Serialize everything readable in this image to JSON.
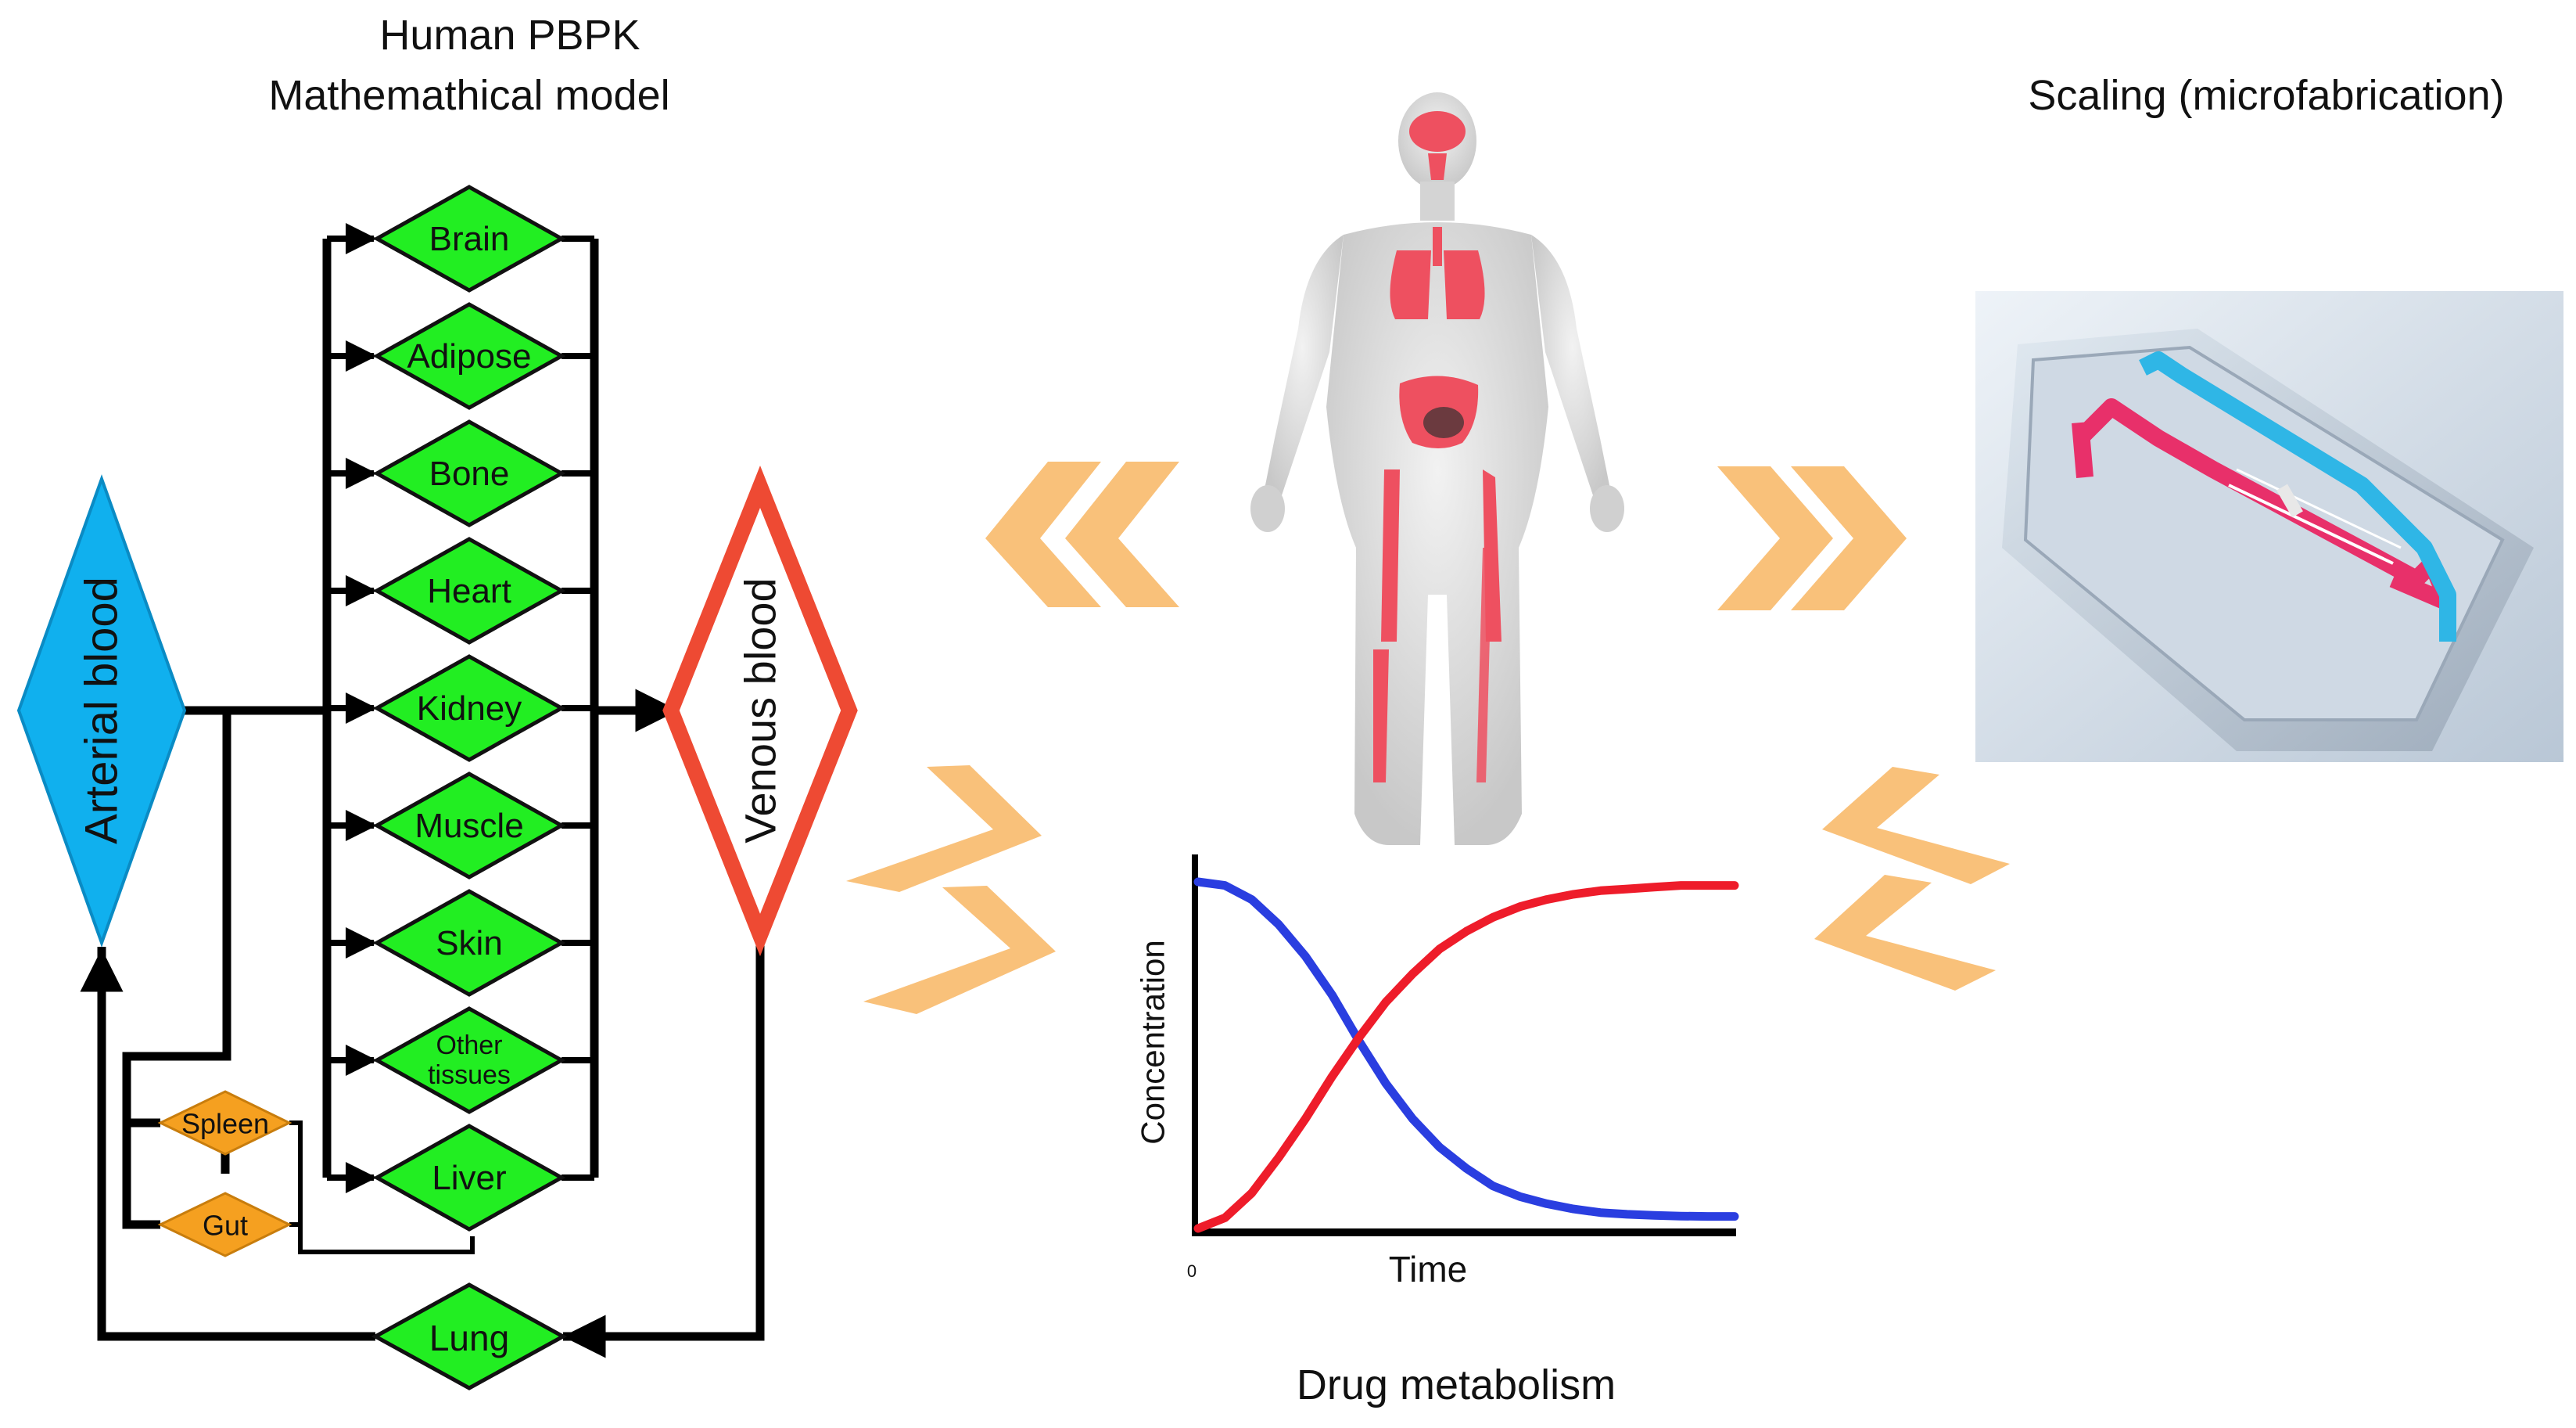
{
  "headings": {
    "model_line1": "Human PBPK",
    "model_line2": "Mathemathical model",
    "scaling": "Scaling (microfabrication)",
    "drug_metabolism": "Drug metabolism"
  },
  "blood": {
    "arterial": "Arterial blood",
    "venous": "Venous blood"
  },
  "organs": [
    {
      "label": "Brain"
    },
    {
      "label": "Adipose"
    },
    {
      "label": "Bone"
    },
    {
      "label": "Heart"
    },
    {
      "label": "Kidney"
    },
    {
      "label": "Muscle"
    },
    {
      "label": "Skin"
    },
    {
      "label": "Other",
      "label2": "tissues"
    },
    {
      "label": "Liver"
    }
  ],
  "splanchnic": {
    "spleen": "Spleen",
    "gut": "Gut"
  },
  "lung": "Lung",
  "chart": {
    "ylabel": "Concentration",
    "xlabel": "Time",
    "origin": "0"
  },
  "chart_data": {
    "type": "line",
    "xlabel": "Time",
    "ylabel": "Concentration",
    "x_origin_label": "0",
    "series": [
      {
        "color": "#2a3ee0",
        "x": [
          0,
          0.05,
          0.1,
          0.15,
          0.2,
          0.25,
          0.3,
          0.35,
          0.4,
          0.45,
          0.5,
          0.55,
          0.6,
          0.65,
          0.7,
          0.75,
          0.8,
          0.85,
          0.9,
          0.95,
          1.0
        ],
        "values": [
          0.98,
          0.97,
          0.93,
          0.86,
          0.77,
          0.66,
          0.53,
          0.41,
          0.31,
          0.23,
          0.17,
          0.12,
          0.09,
          0.07,
          0.055,
          0.045,
          0.04,
          0.037,
          0.035,
          0.034,
          0.034
        ]
      },
      {
        "color": "#ee1c2a",
        "x": [
          0,
          0.05,
          0.1,
          0.15,
          0.2,
          0.25,
          0.3,
          0.35,
          0.4,
          0.45,
          0.5,
          0.55,
          0.6,
          0.65,
          0.7,
          0.75,
          0.8,
          0.85,
          0.9,
          0.95,
          1.0
        ],
        "values": [
          0.0,
          0.03,
          0.1,
          0.2,
          0.31,
          0.43,
          0.54,
          0.64,
          0.72,
          0.79,
          0.84,
          0.88,
          0.91,
          0.93,
          0.945,
          0.955,
          0.96,
          0.965,
          0.97,
          0.97,
          0.97
        ]
      }
    ]
  },
  "colors": {
    "organ_fill": "#22ee22",
    "splanchnic_fill": "#f5a020",
    "arterial_fill": "#10b0ee",
    "venous_stroke": "#ee4a33",
    "chevron": "#f9c17a",
    "flow_line": "#000000"
  },
  "icons": {
    "body": "human-body-organs-icon",
    "chip": "organ-on-chip-device-icon"
  }
}
